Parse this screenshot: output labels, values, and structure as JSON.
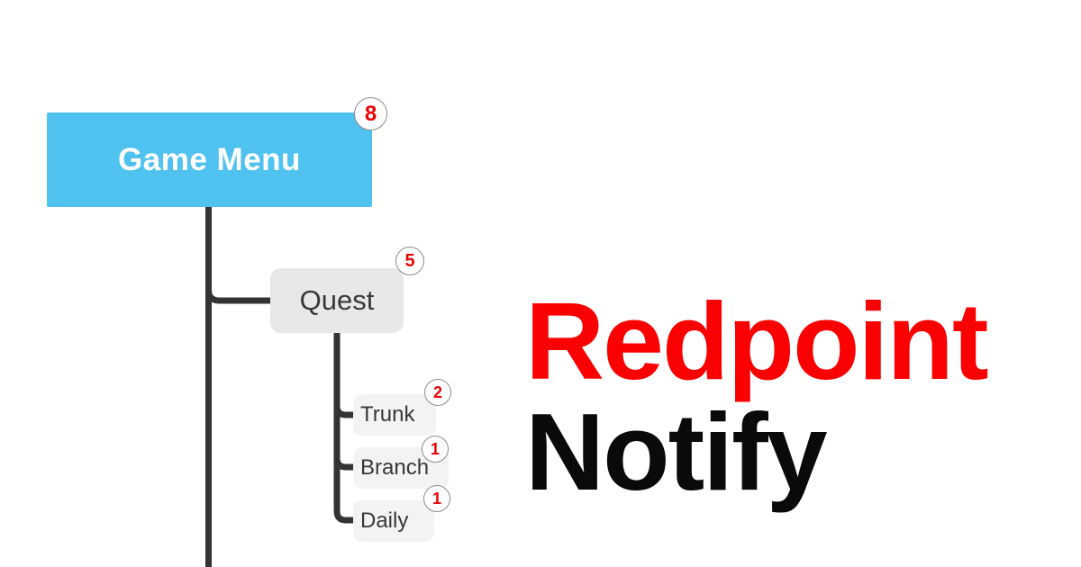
{
  "title": {
    "line1": "Redpoint",
    "line2": "Notify"
  },
  "mindmap": {
    "root": {
      "label": "Game Menu",
      "badge": "8"
    },
    "child": {
      "label": "Quest",
      "badge": "5"
    },
    "leaves": [
      {
        "label": "Trunk",
        "badge": "2"
      },
      {
        "label": "Branch",
        "badge": "1"
      },
      {
        "label": "Daily",
        "badge": "1"
      }
    ]
  },
  "colors": {
    "root_bg": "#50C2F0",
    "child_bg": "#E8E8E8",
    "leaf_bg": "#F3F3F3",
    "node_text": "#383838",
    "line": "#333333",
    "badge_number": "#E80202",
    "badge_border": "#8C8C8C",
    "title_line1": "#FB0000",
    "title_line2": "#0A0A0A"
  }
}
